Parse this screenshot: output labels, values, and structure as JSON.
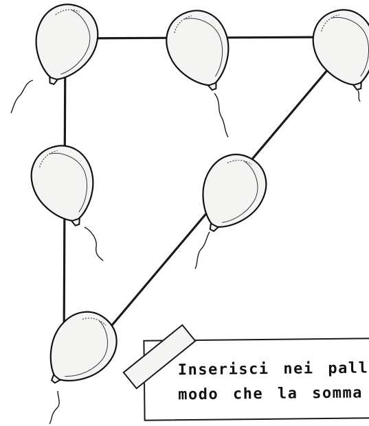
{
  "diagram": {
    "shape": "triangle",
    "balloon_count": 6,
    "balloon_color": "#f4f4f2",
    "line_color": "#1a1a1a",
    "balloons": [
      {
        "id": "top-left",
        "value": ""
      },
      {
        "id": "top-middle",
        "value": ""
      },
      {
        "id": "top-right",
        "value": ""
      },
      {
        "id": "left-middle",
        "value": ""
      },
      {
        "id": "hypotenuse-middle",
        "value": ""
      },
      {
        "id": "bottom-left",
        "value": ""
      }
    ]
  },
  "note": {
    "line1": "Inserisci nei pallo",
    "line2": "modo che la somma"
  }
}
